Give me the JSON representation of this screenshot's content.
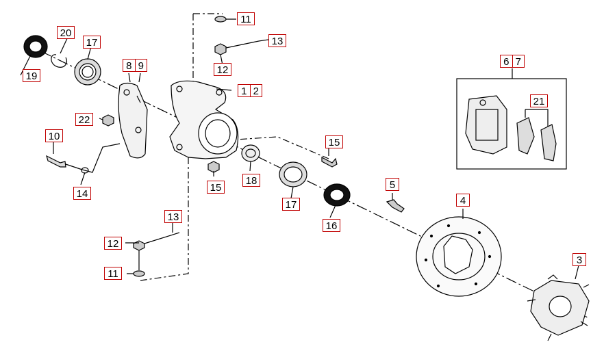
{
  "labels": {
    "n1": "1",
    "n2": "2",
    "n3": "3",
    "n4": "4",
    "n5": "5",
    "n6": "6",
    "n7": "7",
    "n8": "8",
    "n9": "9",
    "n10": "10",
    "n11": "11",
    "n12": "12",
    "n13": "13",
    "n14": "14",
    "n15": "15",
    "n16": "16",
    "n17": "17",
    "n18": "18",
    "n19": "19",
    "n20": "20",
    "n21": "21",
    "n22": "22"
  },
  "colors": {
    "label_border": "#c00000",
    "line": "#000000"
  }
}
